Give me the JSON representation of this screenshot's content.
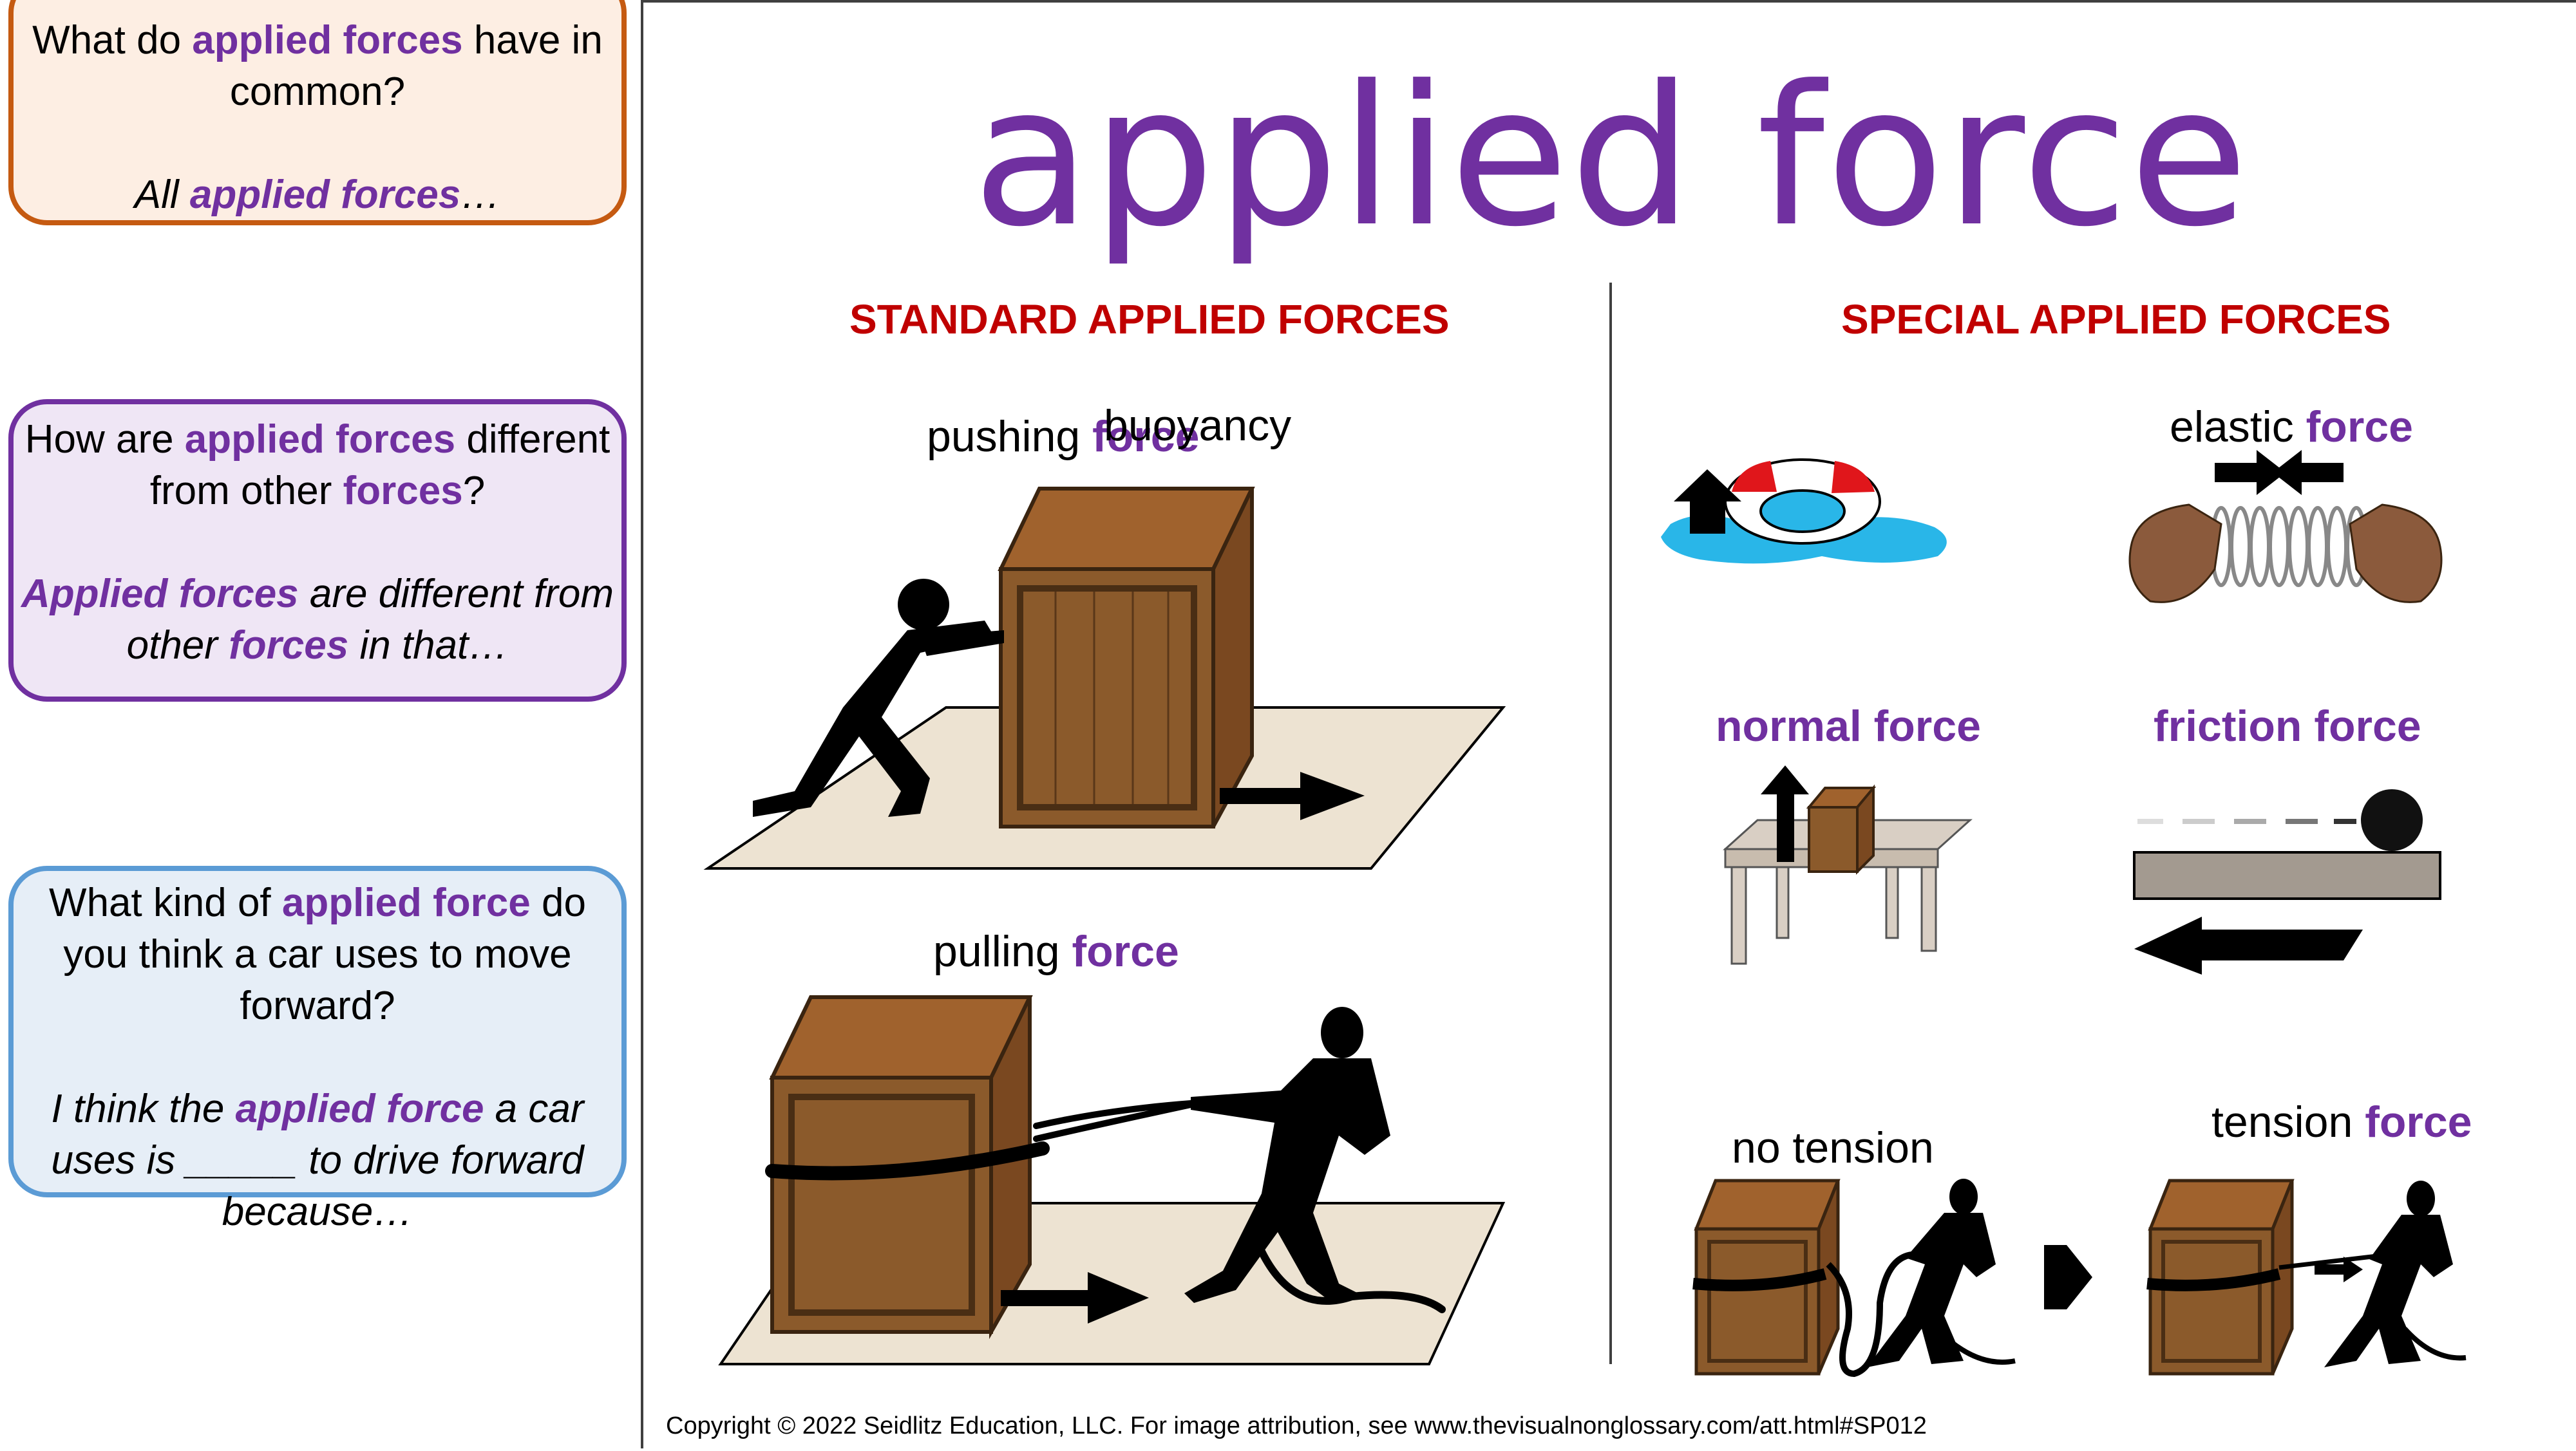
{
  "prompts": [
    {
      "question": [
        {
          "t": "What do ",
          "s": "plain"
        },
        {
          "t": "applied forces",
          "s": "term"
        },
        {
          "t": " have in common?",
          "s": "plain"
        }
      ],
      "answer": [
        {
          "t": "All ",
          "s": "italic"
        },
        {
          "t": "applied forces",
          "s": "term-italic"
        },
        {
          "t": "…",
          "s": "italic"
        }
      ]
    },
    {
      "question": [
        {
          "t": "How are ",
          "s": "plain"
        },
        {
          "t": "applied forces",
          "s": "term"
        },
        {
          "t": " different from other ",
          "s": "plain"
        },
        {
          "t": "forces",
          "s": "term"
        },
        {
          "t": "?",
          "s": "plain"
        }
      ],
      "answer": [
        {
          "t": "Applied forces",
          "s": "term-italic"
        },
        {
          "t": " are different from other ",
          "s": "italic"
        },
        {
          "t": "forces",
          "s": "term-italic"
        },
        {
          "t": " in that…",
          "s": "italic"
        }
      ]
    },
    {
      "question": [
        {
          "t": "What kind of ",
          "s": "plain"
        },
        {
          "t": "applied force",
          "s": "term"
        },
        {
          "t": " do you think a car uses to move forward?",
          "s": "plain"
        }
      ],
      "answer": [
        {
          "t": "I think the ",
          "s": "italic"
        },
        {
          "t": "applied force",
          "s": "term-italic"
        },
        {
          "t": " a car uses is _____ to drive forward because…",
          "s": "italic"
        }
      ]
    }
  ],
  "title": "applied force",
  "sections": {
    "standard": "STANDARD APPLIED FORCES",
    "special": "SPECIAL APPLIED FORCES"
  },
  "labels": {
    "pushing": {
      "word": "pushing",
      "term": "force"
    },
    "pulling": {
      "word": "pulling",
      "term": "force"
    },
    "buoyancy": {
      "word": "buoyancy"
    },
    "elastic": {
      "word": "elastic",
      "term": "force"
    },
    "normal": {
      "term": "normal force"
    },
    "friction": {
      "term": "friction force"
    },
    "no_tension": {
      "word": "no tension"
    },
    "tension": {
      "word": "tension",
      "term": "force"
    }
  },
  "copyright": "Copyright © 2022 Seidlitz Education, LLC.  For image attribution, see www.thevisualnonglossary.com/att.html#SP012",
  "colors": {
    "term": "#7030a0",
    "section": "#c00000",
    "crate": "#8b4513",
    "water": "#29b6e8"
  }
}
